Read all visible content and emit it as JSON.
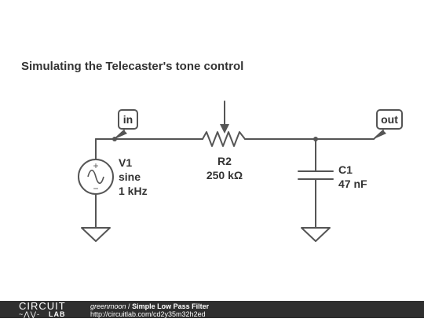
{
  "title": "Simulating the Telecaster's tone control",
  "ports": {
    "input": "in",
    "output": "out"
  },
  "components": {
    "v1": {
      "ref": "V1",
      "type": "sine",
      "value": "1 kHz"
    },
    "r2": {
      "ref": "R2",
      "value": "250 kΩ"
    },
    "c1": {
      "ref": "C1",
      "value": "47 nF"
    }
  },
  "footer": {
    "logo_top": "CIRCUIT",
    "logo_bottom": "LAB",
    "logo_glyph": "~⋀⋁-▶|-",
    "user": "greenmoon",
    "separator": " / ",
    "circuit_name": "Simple Low Pass Filter",
    "url": "http://circuitlab.com/cd2y35m32h2ed"
  },
  "colors": {
    "wire": "#555555",
    "text": "#333333",
    "footer_bg": "#2f2f2f"
  }
}
